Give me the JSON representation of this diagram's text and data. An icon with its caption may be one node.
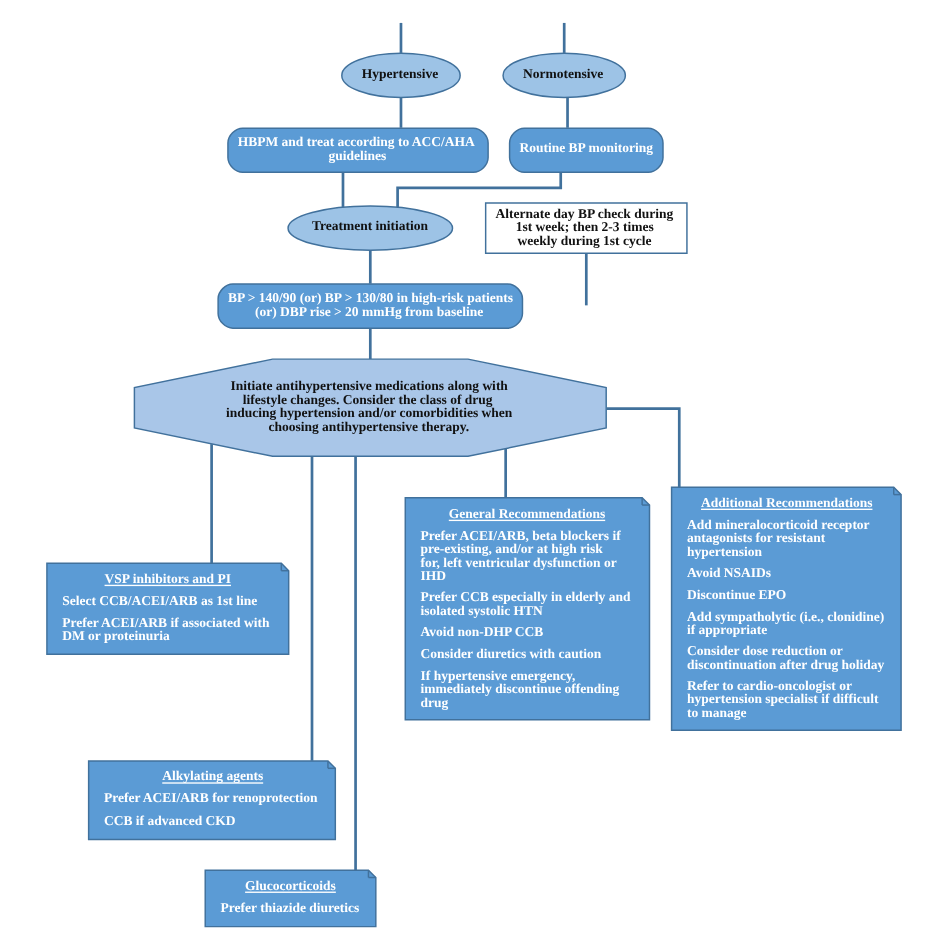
{
  "diagram": {
    "nodes": [
      {
        "text": [
          "Hypertensive"
        ]
      },
      {
        "text": [
          "Normotensive"
        ]
      },
      {
        "text": [
          "HBPM and treat according to ACC/AHA guidelines"
        ]
      },
      {
        "text": [
          "Routine BP monitoring"
        ]
      },
      {
        "text": [
          "Treatment initiation"
        ]
      },
      {
        "text": [
          "Alternate day BP check during 1st week; then 2-3 times weekly during 1st cycle"
        ]
      },
      {
        "text": [
          "BP > 140/90 (or) BP > 130/80 in high-risk patients (or) DBP rise > 20 mmHg from baseline"
        ]
      },
      {
        "text": [
          "Initiate antihypertensive medications along with lifestyle changes. Consider the class of drug inducing hypertension and/or comorbidities when choosing antihypertensive therapy."
        ]
      },
      {
        "text": [
          "VSP inhibitors and PI",
          "Select CCB/ACEI/ARB as 1st line",
          "Prefer ACEI/ARB if associated with DM or proteinuria"
        ]
      },
      {
        "text": [
          "Alkylating agents",
          "Prefer ACEI/ARB for renoprotection",
          "CCB if advanced CKD"
        ]
      },
      {
        "text": [
          "Glucocorticoids",
          "Prefer thiazide diuretics"
        ]
      },
      {
        "text": [
          "General Recommendations",
          "Prefer ACEI/ARB, beta blockers if pre-existing, and/or at high risk for, left ventricular dysfunction or IHD",
          "Prefer CCB especially in elderly and isolated systolic HTN",
          "Avoid non-DHP CCB",
          "Consider diuretics with caution",
          "If hypertensive emergency, immediately discontinue offending drug"
        ]
      },
      {
        "text": [
          "Additional Recommendations",
          "Add mineralocorticoid receptor antagonists for resistant hypertension",
          "Avoid NSAIDs",
          "Discontinue EPO",
          "Add sympatholytic (i.e., clonidine) if appropriate",
          "Consider dose reduction or discontinuation after drug holiday",
          "Refer to cardio-oncologist or hypertension specialist if difficult to manage"
        ]
      }
    ],
    "edges": [
      {
        "from": null,
        "to": 0,
        "arrow": "none"
      },
      {
        "from": null,
        "to": 1,
        "arrow": "none"
      },
      {
        "from": 0,
        "to": 2,
        "arrow": "none"
      },
      {
        "from": 1,
        "to": 3,
        "arrow": "none"
      },
      {
        "from": 2,
        "to": 4,
        "arrow": "none"
      },
      {
        "from": 3,
        "to": 4,
        "arrow": "none"
      },
      {
        "from": 4,
        "to": 6,
        "arrow": "none"
      },
      {
        "from": 5,
        "to": null,
        "arrow": "none"
      },
      {
        "from": 6,
        "to": 7,
        "arrow": "none"
      },
      {
        "from": 7,
        "to": 8,
        "arrow": "none"
      },
      {
        "from": 7,
        "to": 9,
        "arrow": "none"
      },
      {
        "from": 7,
        "to": 10,
        "arrow": "none"
      },
      {
        "from": 7,
        "to": 11,
        "arrow": "none"
      },
      {
        "from": 7,
        "to": 12,
        "arrow": "none"
      }
    ]
  }
}
